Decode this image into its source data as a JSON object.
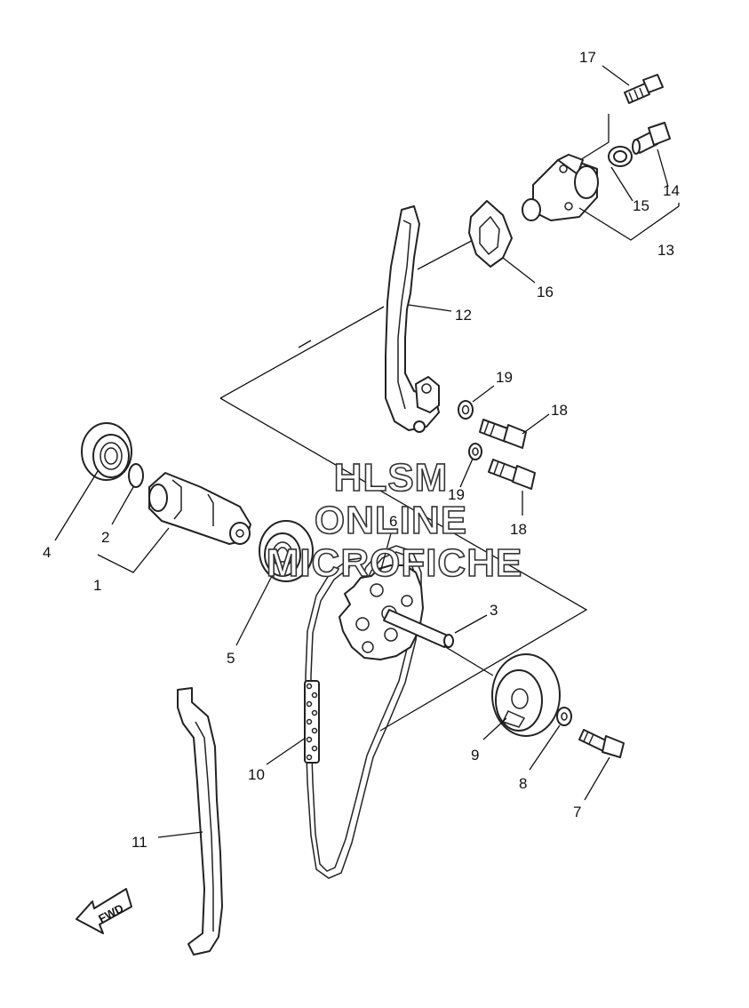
{
  "callouts": {
    "c1": "1",
    "c2": "2",
    "c3": "3",
    "c4": "4",
    "c5": "5",
    "c6": "6",
    "c7": "7",
    "c8": "8",
    "c9": "9",
    "c10": "10",
    "c11": "11",
    "c12": "12",
    "c13": "13",
    "c14": "14",
    "c15": "15",
    "c16": "16",
    "c17": "17",
    "c18a": "18",
    "c18b": "18",
    "c19a": "19",
    "c19b": "19"
  },
  "watermark": {
    "line1": "HLSM",
    "line2": "ONLINE",
    "line3": "MICROFICHE"
  },
  "direction_badge": {
    "label": "FWD"
  }
}
